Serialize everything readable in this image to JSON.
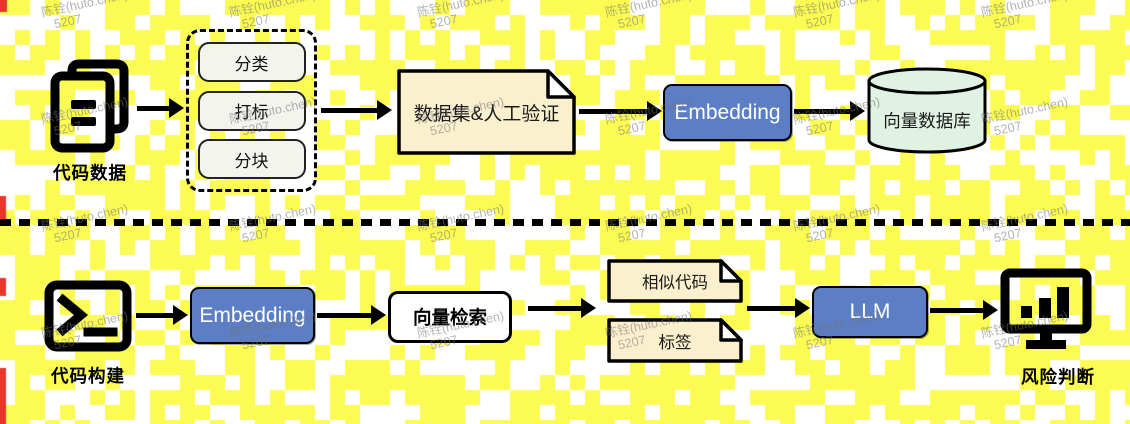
{
  "watermark": {
    "line1": "陈铨(huto.chen)",
    "line2": "5207"
  },
  "colors": {
    "background_yellow": "#FBFB54",
    "accent_red": "#E8362B",
    "node_blue": "#5B7EC4",
    "doc_cream": "#FAF0CE",
    "db_green": "#E0F2E3"
  },
  "flow_top": {
    "source_icon": "documents-copy-icon",
    "source_label": "代码数据",
    "steps": [
      "分类",
      "打标",
      "分块"
    ],
    "dataset_label": "数据集&人工验证",
    "embedding_label": "Embedding",
    "db_icon": "database-cylinder-icon",
    "db_label": "向量数据库"
  },
  "flow_bottom": {
    "source_icon": "terminal-icon",
    "source_label": "代码构建",
    "embedding_label": "Embedding",
    "search_label": "向量检索",
    "docs": [
      "相似代码",
      "标签"
    ],
    "llm_label": "LLM",
    "result_icon": "monitor-chart-icon",
    "result_label": "风险判断"
  }
}
